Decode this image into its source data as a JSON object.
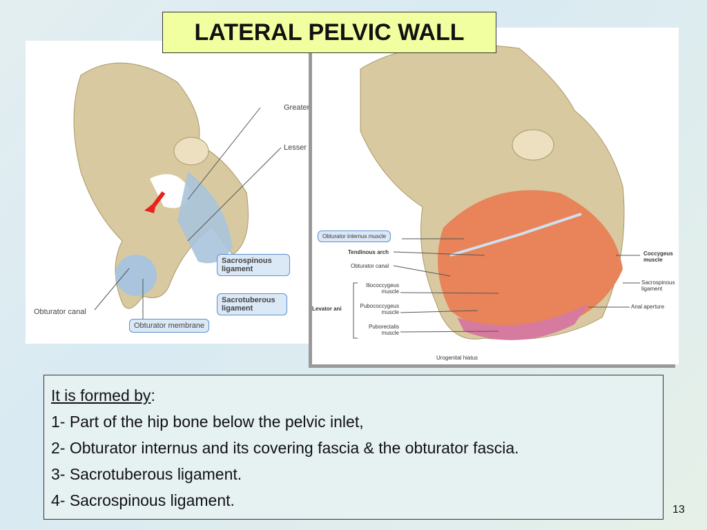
{
  "title": "LATERAL PELVIC WALL",
  "left_figure": {
    "labels": {
      "greater": "Greater",
      "lesser": "Lesser",
      "sacrospinous": "Sacrospinous ligament",
      "sacrotuberous": "Sacrotuberous ligament",
      "obturator_canal": "Obturator canal",
      "obturator_membrane": "Obturator membrane"
    },
    "arrow_color": "#e8231b"
  },
  "right_figure": {
    "labels": {
      "obturator_internus": "Obturator internus muscle",
      "tendinous_arch": "Tendinous arch",
      "obturator_canal": "Obturator canal",
      "iliococcygeus": "Iliococcygeus muscle",
      "levator_ani": "Levator ani",
      "pubococcygeus": "Pubococcygeus muscle",
      "puborectalis": "Puborectalis muscle",
      "urogenital_hiatus": "Urogenital hiatus",
      "coccygeus": "Coccygeus muscle",
      "sacrospinous": "Sacrospinous ligament",
      "anal_aperture": "Anal aperture"
    }
  },
  "text": {
    "heading": "It is formed by",
    "heading_suffix": ":",
    "items": [
      "1- Part of the hip bone below the pelvic inlet,",
      "2- Obturator internus and its covering fascia & the obturator fascia.",
      "3- Sacrotuberous ligament.",
      "4- Sacrospinous ligament."
    ]
  },
  "page_number": "13",
  "colors": {
    "bone": "#d9c9a0",
    "muscle": "#e8835a",
    "ligament": "#a9c4dc",
    "title_bg": "#f2ffa0"
  }
}
